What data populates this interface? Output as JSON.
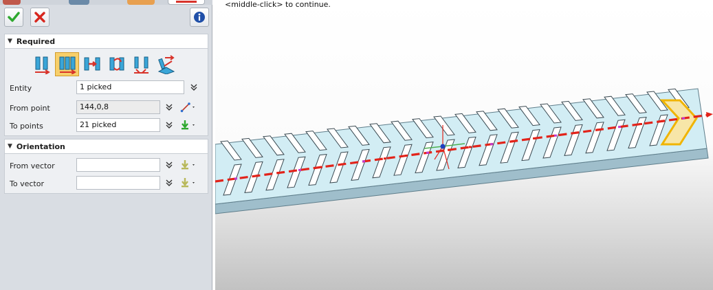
{
  "viewport": {
    "prompt": "<middle-click> to continue."
  },
  "toolbar": {
    "ok": "ok-icon",
    "cancel": "cancel-icon",
    "info": "info-icon"
  },
  "sections": {
    "required": {
      "title": "Required",
      "method_icons": [
        "one-to-one-icon",
        "one-to-many-icon",
        "offset-copy-icon",
        "rotate-copy-icon",
        "pattern-copy-icon",
        "align-copy-icon"
      ],
      "active_method_index": 1,
      "entity": {
        "label": "Entity",
        "value": "1 picked"
      },
      "from_point": {
        "label": "From point",
        "value": "144,0,8"
      },
      "to_points": {
        "label": "To points",
        "value": "21 picked"
      }
    },
    "orientation": {
      "title": "Orientation",
      "from_vector": {
        "label": "From vector",
        "value": ""
      },
      "to_vector": {
        "label": "To vector",
        "value": ""
      }
    }
  },
  "colors": {
    "panel_bg": "#d9dde3",
    "active_method": "#f7cf6a",
    "part_face": "#d2edf4",
    "part_side": "#9fbecb",
    "path_dash": "#e2231a",
    "highlight": "#f0b400"
  }
}
